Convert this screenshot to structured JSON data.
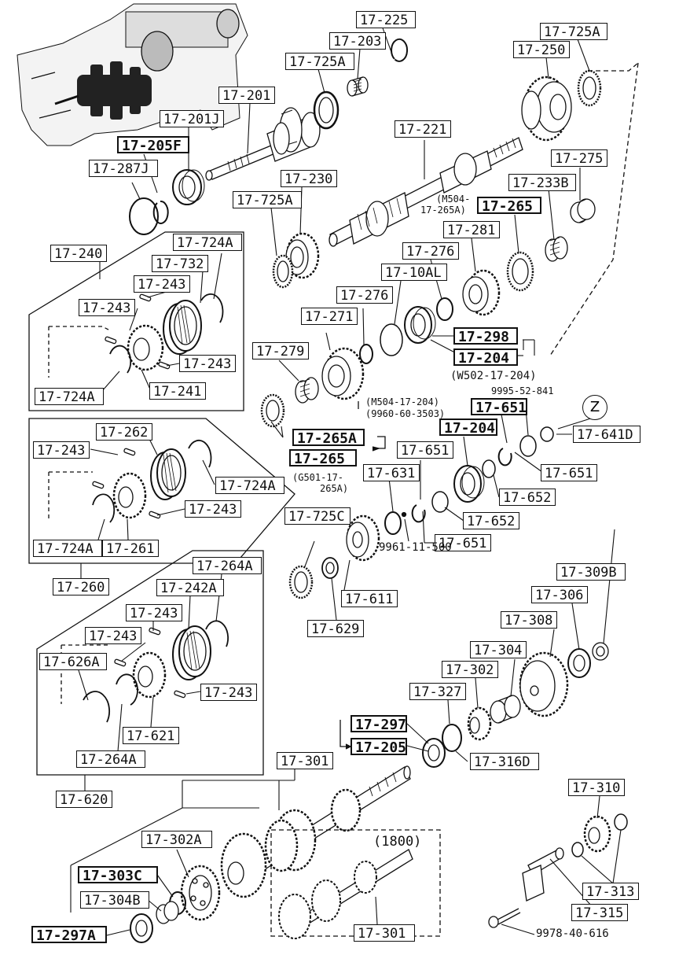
{
  "labels": {
    "l_17_225": "17-225",
    "l_17_203": "17-203",
    "l_17_725a_top": "17-725A",
    "l_17_725a_right": "17-725A",
    "l_17_250": "17-250",
    "l_17_201": "17-201",
    "l_17_201j": "17-201J",
    "l_17_205f": "17-205F",
    "l_17_287j": "17-287J",
    "l_17_221": "17-221",
    "l_17_275": "17-275",
    "l_17_230": "17-230",
    "l_17_725a_mid": "17-725A",
    "l_17_233b": "17-233B",
    "l_17_265_top": "17-265",
    "l_17_281": "17-281",
    "l_17_240": "17-240",
    "l_17_724a_1": "17-724A",
    "l_17_732": "17-732",
    "l_17_276_a": "17-276",
    "l_17_243_1": "17-243",
    "l_17_10al": "17-10AL",
    "l_17_243_2": "17-243",
    "l_17_276_b": "17-276",
    "l_17_271": "17-271",
    "l_17_298": "17-298",
    "l_17_204_a": "17-204",
    "l_17_243_3": "17-243",
    "l_17_279": "17-279",
    "l_17_724a_2": "17-724A",
    "l_17_241": "17-241",
    "l_17_651_a": "17-651",
    "l_17_641d": "17-641D",
    "l_17_262": "17-262",
    "l_17_265a": "17-265A",
    "l_17_204_b": "17-204",
    "l_17_243_4": "17-243",
    "l_17_265_mid": "17-265",
    "l_17_651_b": "17-651",
    "l_17_724a_3": "17-724A",
    "l_17_631": "17-631",
    "l_17_651_c": "17-651",
    "l_17_652_a": "17-652",
    "l_17_243_5": "17-243",
    "l_17_725c": "17-725C",
    "l_17_652_b": "17-652",
    "l_17_724a_4": "17-724A",
    "l_17_261": "17-261",
    "l_17_651_d": "17-651",
    "l_17_260": "17-260",
    "l_17_264a_top": "17-264A",
    "l_17_611": "17-611",
    "l_17_309b": "17-309B",
    "l_17_242a": "17-242A",
    "l_17_306": "17-306",
    "l_17_243_6": "17-243",
    "l_17_629": "17-629",
    "l_17_243_7": "17-243",
    "l_17_308": "17-308",
    "l_17_626a": "17-626A",
    "l_17_304": "17-304",
    "l_17_243_8": "17-243",
    "l_17_302": "17-302",
    "l_17_621": "17-621",
    "l_17_327": "17-327",
    "l_17_297": "17-297",
    "l_17_205": "17-205",
    "l_17_264a_bottom": "17-264A",
    "l_17_316d": "17-316D",
    "l_17_301_top": "17-301",
    "l_17_620": "17-620",
    "l_17_310": "17-310",
    "l_17_302a": "17-302A",
    "l_17_303c": "17-303C",
    "l_17_304b": "17-304B",
    "l_17_313": "17-313",
    "l_17_315": "17-315",
    "l_17_297a": "17-297A",
    "l_17_301_bottom": "17-301"
  },
  "notes": {
    "m504_line1": "(M504-",
    "m504_line2": "17-265A)",
    "w502": "(W502-17-204)",
    "n9995": "9995-52-841",
    "m504_204": "(M504-17-204)",
    "n9960": "(9960-60-3503)",
    "g501_line1": "(G501-17-",
    "g501_line2": "265A)",
    "n9961": "9961-11-500",
    "variant_1800": "(1800)",
    "n9978": "9978-40-616",
    "zone_z": "Z"
  }
}
